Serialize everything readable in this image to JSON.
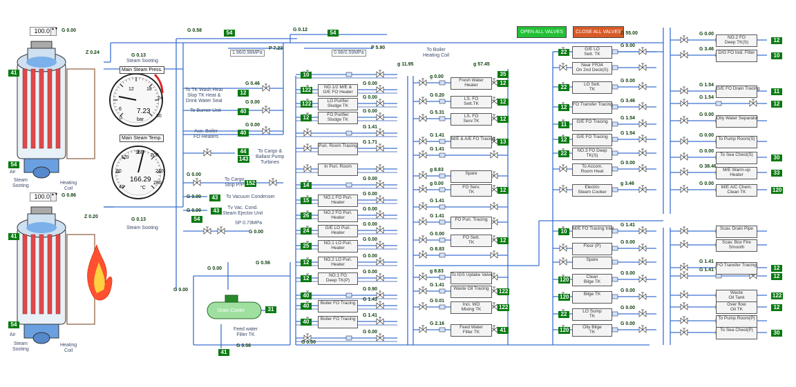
{
  "header_buttons": {
    "open_all": "OPEN ALL VALVES",
    "close_all": "CLOSE ALL VALVES",
    "open_color": "#22c035",
    "close_color": "#d85a28"
  },
  "boiler1": {
    "setpoint": "100.0",
    "g": "G 0.00",
    "z": "Z 0.24",
    "soot": "G 0.13",
    "soot_label": "Steam Sooting",
    "tag_left": "41",
    "tag_bottom": "54",
    "air": "Air",
    "steam_sooting": "Steam\nSooting",
    "heating_coil": "Heating\nCoil"
  },
  "boiler2": {
    "setpoint": "100.0",
    "g": "G 0.86",
    "z": "Z 0.20",
    "soot": "G 0.13",
    "soot_label": "Steam Sooting",
    "tag_left": "41",
    "tag_bottom": "54",
    "air": "Air",
    "steam_sooting": "Steam\nSooting",
    "heating_coil": "Heating\nCoil"
  },
  "gauges": {
    "press_title": "Main Steam Press.",
    "press_value": "7.23",
    "press_unit": "bar",
    "press_ticks": [
      "6",
      "12",
      "18",
      "24",
      "30"
    ],
    "press_zero": "0",
    "temp_title": "Main Steam Temp.",
    "temp_value": "166.29",
    "temp_unit": "°C",
    "temp_ticks": [
      "40",
      "80",
      "120",
      "160",
      "200",
      "240",
      "280"
    ]
  },
  "steam_header": {
    "g058": "G 0.58",
    "t54a": "54",
    "reduce1": "1.96/0.98MPa",
    "p723": "P 7.23",
    "g012": "G 0.12",
    "t54b": "54",
    "reduce2": "0.98/0.59MPa",
    "p590": "P 5.90",
    "boiler_heating": "To Boiler\nHeating Coil",
    "g1195": "g 11.95",
    "g5745": "g 57.45",
    "t35": "35"
  },
  "left_users": [
    {
      "label": "To TK Wash Heat\nSlop TK Heat &\nDrink Water Seal",
      "g": "G 0.46",
      "tag": "12"
    },
    {
      "label": "To Burner Unit",
      "g": "G 0.00",
      "tag": "40"
    },
    {
      "label": "",
      "g": "G 0.00",
      "tag": "40"
    },
    {
      "label": "Aux. Boiler\nFO Heaters",
      "g": "",
      "tag": ""
    },
    {
      "label": "To Cargo &\nBallast Pump\nTurbines",
      "g": "",
      "tag": "44"
    },
    {
      "label": "",
      "g": "",
      "tag": "143"
    },
    {
      "label": "To Cargo\nStrip P/P",
      "g": "G 0.00",
      "tag": "152"
    },
    {
      "label": "To Vacuum Condenser",
      "g": "G 0.00",
      "tag": "43"
    },
    {
      "label": "Tv Vac. Cond.\nSteam Ejector Unit",
      "g": "G 0.00",
      "tag": "43"
    },
    {
      "label": "SP 0.73MPa",
      "g": "G 0.00",
      "tag": "54"
    }
  ],
  "drain_cooler": {
    "label": "Drain Cooler",
    "g_top": "G 0.56",
    "g_left": "G 0.00",
    "tag": "31",
    "feed": "Feed water\nFilter TK",
    "g_bot": "G 0.56",
    "tag_bot": "41",
    "g_lower": "G 0.00",
    "g_far": "G 0.00"
  },
  "col1": [
    {
      "tag": "10",
      "g": "",
      "label": ""
    },
    {
      "tag": "122",
      "g": "G 0.00",
      "label": "NO.1/2 M/E &\nG/E FO Heater"
    },
    {
      "tag": "122",
      "g": "G 0.00",
      "label": "LO Purifier\nSludge TK"
    },
    {
      "tag": "12",
      "g": "G 0.00",
      "label": "FO Purifier\nSludge TK"
    },
    {
      "tag": "",
      "g": "G 1.41",
      "label": ""
    },
    {
      "tag": "",
      "g": "G 1.71",
      "label": "Puri. Room Tracing"
    },
    {
      "tag": "",
      "g": "",
      "label": "In Puri. Room"
    },
    {
      "tag": "14",
      "g": "G 0.00",
      "label": ""
    },
    {
      "tag": "15",
      "g": "G 0.00",
      "label": "NO.1 FO Puri.\nHeater"
    },
    {
      "tag": "26",
      "g": "G 0.00",
      "label": "NO.2 FO Puri.\nHeater"
    },
    {
      "tag": "24",
      "g": "G 0.00",
      "label": "G/E LO Puri.\nHeater"
    },
    {
      "tag": "25",
      "g": "G 0.00",
      "label": "NO.1 LO Puri.\nHeater"
    },
    {
      "tag": "12",
      "g": "G 0.00",
      "label": "NO.2 LO Puri.\nHeater"
    },
    {
      "tag": "12",
      "g": "G 0.00",
      "label": "NO.1 FO\nDeep TK(P)"
    },
    {
      "tag": "40",
      "g": "G 0.90",
      "label": ""
    },
    {
      "tag": "40",
      "g": "G 1.41",
      "label": "Boiler FO Tracing"
    },
    {
      "tag": "40",
      "g": "G 1.41",
      "label": "Boiler FO Tracing"
    },
    {
      "tag": "",
      "g": "G 0.00",
      "label": ""
    }
  ],
  "col2": [
    {
      "tag": "12",
      "g": "g 0.00",
      "label": "Fresh Water\nHeater"
    },
    {
      "tag": "12",
      "g": "G 0.20",
      "label": "LS. FO\nSett.TK"
    },
    {
      "tag": "12",
      "g": "G 5.31",
      "label": "LS. FO\nServ.TK"
    },
    {
      "tag": "13",
      "g": "G 1.41",
      "label": "M/E & A/E FO Tracing"
    },
    {
      "tag": "",
      "g": "G 1.41",
      "label": ""
    },
    {
      "tag": "",
      "g": "g 8.83",
      "label": "Spare"
    },
    {
      "tag": "12",
      "g": "g 0.00",
      "label": "FO Serv.\nTK"
    },
    {
      "tag": "",
      "g": "G 1.41",
      "label": ""
    },
    {
      "tag": "",
      "g": "G 1.41",
      "label": "FO Puri. Tracing"
    },
    {
      "tag": "12",
      "g": "G 0.00",
      "label": "FO Sett.\nTK"
    },
    {
      "tag": "",
      "g": "G 8.83",
      "label": ""
    },
    {
      "tag": "",
      "g": "g 8.83",
      "label": "To IGS Uptake Valve"
    },
    {
      "tag": "122",
      "g": "G 1.41",
      "label": "Waste Oil Tracing"
    },
    {
      "tag": "122",
      "g": "G 0.01",
      "label": "Inci. WO\nMixing TK"
    },
    {
      "tag": "41",
      "g": "G 2.16",
      "label": "Feed Water\nFilter TK"
    }
  ],
  "col3": [
    {
      "tag": "22",
      "g": "G 0.00",
      "label": "G/E LO\nSett. TK"
    },
    {
      "tag": "",
      "g": "",
      "label": "Near FR34\nOn 2nd Deck(S)"
    },
    {
      "tag": "22",
      "g": "G 0.00",
      "label": "LO Sett.\nTK"
    },
    {
      "tag": "12",
      "g": "G 3.46",
      "label": "FO Transfer Tracing"
    },
    {
      "tag": "11",
      "g": "G 1.54",
      "label": "G/E FO Tracing"
    },
    {
      "tag": "12",
      "g": "G 1.54",
      "label": "G/E FO Tracing"
    },
    {
      "tag": "22",
      "g": "",
      "label": "NO.3 FO Deep\nTK(S)"
    },
    {
      "tag": "",
      "g": "G 0.00",
      "label": "To Accom.\nRoom Heat"
    },
    {
      "tag": "",
      "g": "g 3.46",
      "label": "Electric\nSteam Cooker"
    },
    {
      "tag": "10",
      "g": "G 1.41",
      "label": "M/E FO Tracing Inlet"
    },
    {
      "tag": "",
      "g": "G 0.00",
      "label": "Floor (P)"
    },
    {
      "tag": "",
      "g": "",
      "label": "Spare"
    },
    {
      "tag": "120",
      "g": "G 0.00",
      "label": "Clean\nBilge TK"
    },
    {
      "tag": "120",
      "g": "G 0.00",
      "label": "Bilge TK"
    },
    {
      "tag": "22",
      "g": "G 0.00",
      "label": "LO Sump\nTK"
    },
    {
      "tag": "120",
      "g": "G 0.00",
      "label": "Oily Bilge\nTK"
    },
    {
      "tag": "",
      "g": "G 55.00",
      "label": ""
    }
  ],
  "col4": [
    {
      "tag": "12",
      "g": "G 0.00",
      "label": "NO.2 FO\nDeep TK(S)"
    },
    {
      "tag": "10",
      "g": "G 3.46",
      "label": "D/G FO Indi. Filter"
    },
    {
      "tag": "11",
      "g": "G 1.54",
      "label": "G/E FO Drain Tracing"
    },
    {
      "tag": "12",
      "g": "G 1.54",
      "label": ""
    },
    {
      "tag": "",
      "g": "G 0.00",
      "label": "Oily Water Separator"
    },
    {
      "tag": "",
      "g": "G 0.00",
      "label": "To Pump Room(S)"
    },
    {
      "tag": "30",
      "g": "G 0.00",
      "label": "To Sea Chest(S)"
    },
    {
      "tag": "33",
      "g": "G 38.46",
      "label": "M/E Warm-up\nHeater"
    },
    {
      "tag": "120",
      "g": "G 0.00",
      "label": "M/E A/C Chem.\nClean TK"
    },
    {
      "tag": "",
      "g": "",
      "label": "Scav. Drain Pipe"
    },
    {
      "tag": "",
      "g": "",
      "label": "Scav. Box Fire\nSmooth"
    },
    {
      "tag": "12",
      "g": "G 1.41",
      "label": "FO Transfer Tracing"
    },
    {
      "tag": "12",
      "g": "G 1.41",
      "label": ""
    },
    {
      "tag": "122",
      "g": "",
      "label": "Waste\nOil Tank"
    },
    {
      "tag": "12",
      "g": "",
      "label": "Over flow\nOil TK"
    },
    {
      "tag": "",
      "g": "",
      "label": "To Pump Room(P)"
    },
    {
      "tag": "30",
      "g": "",
      "label": "To Sea Chest(P)"
    }
  ]
}
